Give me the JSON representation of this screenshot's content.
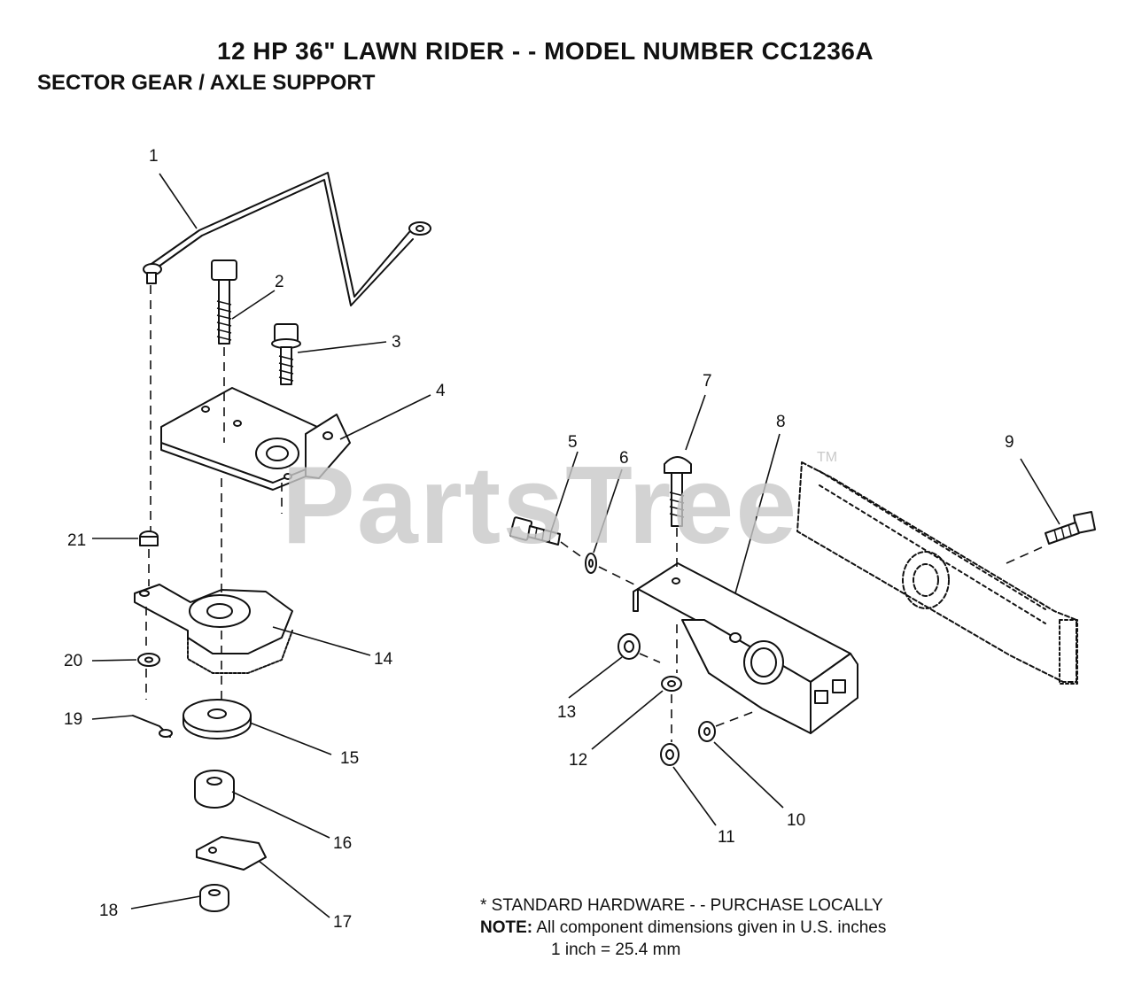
{
  "header": {
    "title": "12 HP 36\" LAWN RIDER - - MODEL NUMBER CC1236A",
    "subtitle": "SECTOR GEAR / AXLE SUPPORT"
  },
  "watermark": {
    "text": "PartsTree",
    "trademark": "TM"
  },
  "callouts": {
    "c1": "1",
    "c2": "2",
    "c3": "3",
    "c4": "4",
    "c5": "5",
    "c6": "6",
    "c7": "7",
    "c8": "8",
    "c9": "9",
    "c10": "10",
    "c11": "11",
    "c12": "12",
    "c13": "13",
    "c14": "14",
    "c15": "15",
    "c16": "16",
    "c17": "17",
    "c18": "18",
    "c19": "19",
    "c20": "20",
    "c21": "21"
  },
  "notes": {
    "standard_hardware": "* STANDARD HARDWARE - - PURCHASE LOCALLY",
    "note_label": "NOTE:",
    "note_text": "All component dimensions given in U.S. inches",
    "conversion": "1 inch = 25.4 mm"
  }
}
